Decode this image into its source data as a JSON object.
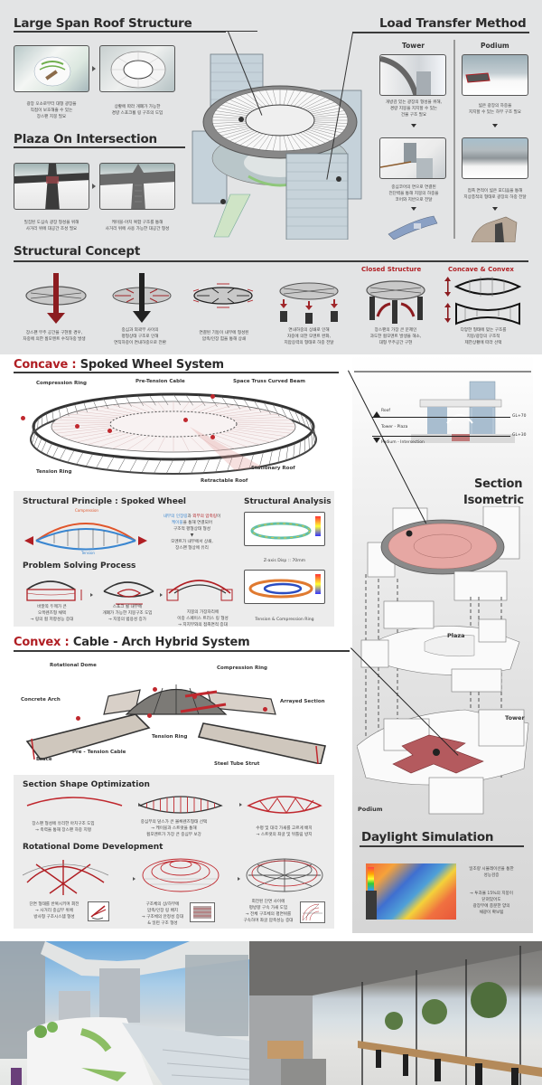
{
  "top": {
    "large_span": {
      "title": "Large Span Roof Structure",
      "captions": [
        "광장 오소로부터 대형 광장을\n직접이 보호해줄 수 있는\n장스팬 지붕 필요",
        "상황에 따라 개폐가 가능한\n경량 스포크휠 링 구조의 도입"
      ]
    },
    "plaza": {
      "title": "Plaza On Intersection",
      "captions": [
        "밀집된 도심속 광장 형성을 위해\n사거리 위에 대공간 조성 필요",
        "케이블-아치 복합 구조를 통해\n사거리 위에 사용 가능한 대공간 형성"
      ]
    },
    "load_transfer": {
      "title": "Load Transfer Method",
      "tower": {
        "label": "Tower",
        "caption1": "개방감 있는 광장의 형성을 위해,\n경량 지붕을 지지할 수 있는\n건물 구조 필요",
        "caption2": "중심코어의 면으로 연결된\n전단벽을 통해 지붕의 하중을\n코어와 지반으로 전달"
      },
      "podium": {
        "label": "Podium",
        "caption1": "넓은 광장의 하중을\n지지할 수 있는 하부 구조 필요",
        "caption2": "접촉 면적이 넓은 포디움을 통해\n지상층적의 형태로 광장의 하중 전달"
      }
    }
  },
  "concept": {
    "title": "Structural Concept",
    "items": [
      {
        "heading": "",
        "caption": "장스팬 무주 공간을 구현할 경우,\n자중에 의한 휨모멘트 수직하중 발생"
      },
      {
        "heading": "",
        "caption": "중심과 외곽부 사이의\n평형상태 구조로 인해\n연직하중이 면내하중으로 전환"
      },
      {
        "heading": "",
        "caption": "연결된 기둥이 내부에 형성된\n압축/인장 힘을 통해 상쇄"
      },
      {
        "heading": "",
        "caption": "면내하중의 상쇄로 인해\n자중에 의한 모멘트 완화,\n지압응력의 형태로 하중 전달"
      },
      {
        "heading": "Closed Structure",
        "caption": "장스팬의 가장 큰 문제인\n과도한 휨모멘트 발생을 해소,\n대형 무주공간 구현"
      },
      {
        "heading": "Concave & Convex",
        "caption": "다양한 형태에 맞는 구조를\n지붕/광장의 구조적\n제한상황에 따라 선택"
      }
    ]
  },
  "concave": {
    "title_accent": "Concave :",
    "title_rest": " Spoked Wheel System",
    "callouts": {
      "compression_ring": "Compression Ring",
      "pre_tension_cable": "Pre-Tension Cable",
      "space_truss": "Space Truss Curved Beam",
      "tension_ring": "Tension Ring",
      "stationary_roof": "Stationary Roof",
      "retractable_roof": "Retractable Roof"
    },
    "principle": {
      "title": "Structural Principle : Spoked Wheel",
      "compression_label": "Compression",
      "tension_label": "Tension",
      "text_blue": "내부의 인장링",
      "text_mid": "과 ",
      "text_red": "외부의 압축링",
      "text_tail": "이",
      "text_blue2": "케이블",
      "text_line2": "을 통해 연결되어",
      "text_line3": "구조적 평형상태 형성",
      "text_line4": "모멘트가 내부에서 상쇄,",
      "text_line5": "장스팬 형상에 유리"
    },
    "problem": {
      "title": "Problem Solving Process",
      "captions": [
        "바깥쪽 두께가 큰\n오목렌즈형 채택\n→ 링의 휨 저항성능 증대",
        "스포크 휠 내부에\n개폐가 가능한 지붕구조 도입\n→ 지붕의 범용성 증가",
        "지붕의 가장자리에\n이중 스페이스 트러스 링 형성\n→ 지지부와의 접촉면적 증대"
      ]
    },
    "analysis": {
      "title": "Structural Analysis",
      "caption1": "Z-axis Disp :: 70mm",
      "caption2": "Tension & Compression Ring"
    }
  },
  "section": {
    "levels": {
      "roof": "Roof",
      "tower_plaza": "Tower - Plaza",
      "podium_intersection": "Podium - Intersection",
      "gl70": "GL+70",
      "gl30": "GL+30"
    },
    "title_line1": "Section",
    "title_line2": "Isometric",
    "callouts": {
      "plaza": "Plaza",
      "tower": "Tower",
      "podium": "Podium"
    }
  },
  "convex": {
    "title_accent": "Convex :",
    "title_rest": " Cable - Arch Hybrid System",
    "callouts": {
      "rotational_dome": "Rotational Dome",
      "compression_ring": "Compression Ring",
      "concrete_arch": "Concrete Arch",
      "arrayed_section": "Arrayed Section",
      "tension_ring": "Tension Ring",
      "brace": "Brace",
      "pre_tension_cable": "Pre - Tension Cable",
      "steel_tube_strut": "Steel Tube Strut"
    },
    "section_opt": {
      "title": "Section Shape Optimization",
      "captions": [
        "장스팬 형성에 유리한 아치구조 도입\n→ 축력을 통해 장스팬 하중 지탱",
        "중심부의 덮스가 큰 볼록렌즈형태 선택\n→ 케이블과 스트럿을 통해\n휨모멘트가 가장 큰 중심부 보강",
        "수평 및 대각 가새를 고르게 배치\n→ 스트럿의 좌굴 및 뒤틀림 방지"
      ]
    },
    "dome_dev": {
      "title": "Rotational Dome Development",
      "captions": [
        "단면 형태를 반복시키며 회전\n→ 사거리 중심부 위에\n방사형 구조시스템 형성",
        "구조체의 상/하부에\n압축/인장 링 배치\n→ 구조체의 안정성 증대\n& 일련 구조 형성",
        "회전된 단면 사이에\n평방향 구속 가새 도입\n→ 전체 구조체의 평면위를\n구속하며 좌굴 압축성능 증대"
      ]
    }
  },
  "daylight": {
    "title": "Daylight Simulation",
    "text1": "일조량 시뮬레이션을 통한\n성능검증",
    "text2": "→ 투과율 15%의 지붕이\n닫혀있어도\n광장부에 충분한 양의\n채광이 확보됨"
  },
  "colors": {
    "accent_red": "#b01e23",
    "tension_blue": "#3a86d0",
    "compression_orange": "#e0552a",
    "panel_gray": "#e6e6e6",
    "roof_pink": "#e6a7a3"
  }
}
